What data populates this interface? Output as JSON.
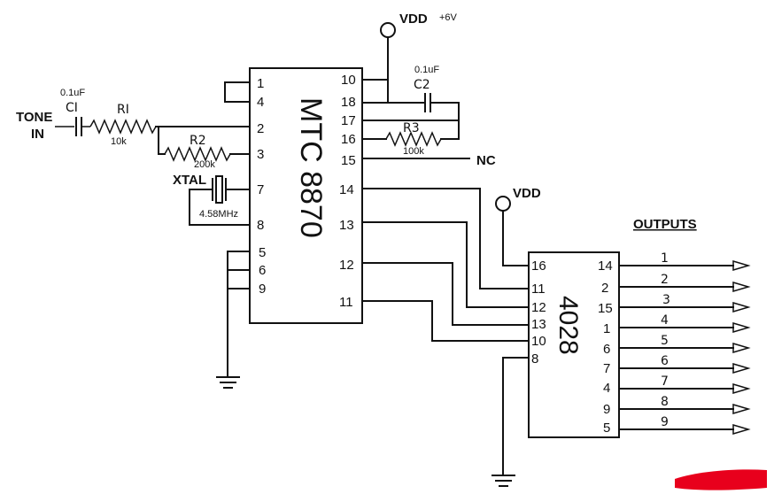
{
  "left_ic": {
    "part": "MTC 8870",
    "pins_left": [
      "1",
      "4",
      "2",
      "3",
      "7",
      "8",
      "5",
      "6",
      "9"
    ],
    "pins_right": [
      "10",
      "18",
      "17",
      "16",
      "15",
      "14",
      "13",
      "12",
      "11"
    ]
  },
  "right_ic": {
    "part": "4028",
    "pins_left": [
      "16",
      "11",
      "12",
      "13",
      "10",
      "8"
    ],
    "pins_right": [
      "14",
      "2",
      "15",
      "1",
      "6",
      "7",
      "4",
      "9",
      "5"
    ]
  },
  "supply": {
    "vdd_label": "VDD",
    "vdd_value": "+6V",
    "vdd2_label": "VDD"
  },
  "components": {
    "c1_name": "CI",
    "c1_value": "0.1uF",
    "r1_name": "RI",
    "r1_value": "10k",
    "r2_name": "R2",
    "r2_value": "200k",
    "c2_name": "C2",
    "c2_value": "0.1uF",
    "r3_name": "R3",
    "r3_value": "100k",
    "xtal_name": "XTAL",
    "xtal_value": "4.58MHz"
  },
  "labels": {
    "tone_line1": "TONE",
    "tone_line2": "IN",
    "nc": "NC",
    "outputs": "OUTPUTS"
  },
  "outputs": [
    "1",
    "2",
    "3",
    "4",
    "5",
    "6",
    "7",
    "8",
    "9"
  ],
  "colors": {
    "ink": "#111111",
    "redaction": "#e8001c"
  }
}
